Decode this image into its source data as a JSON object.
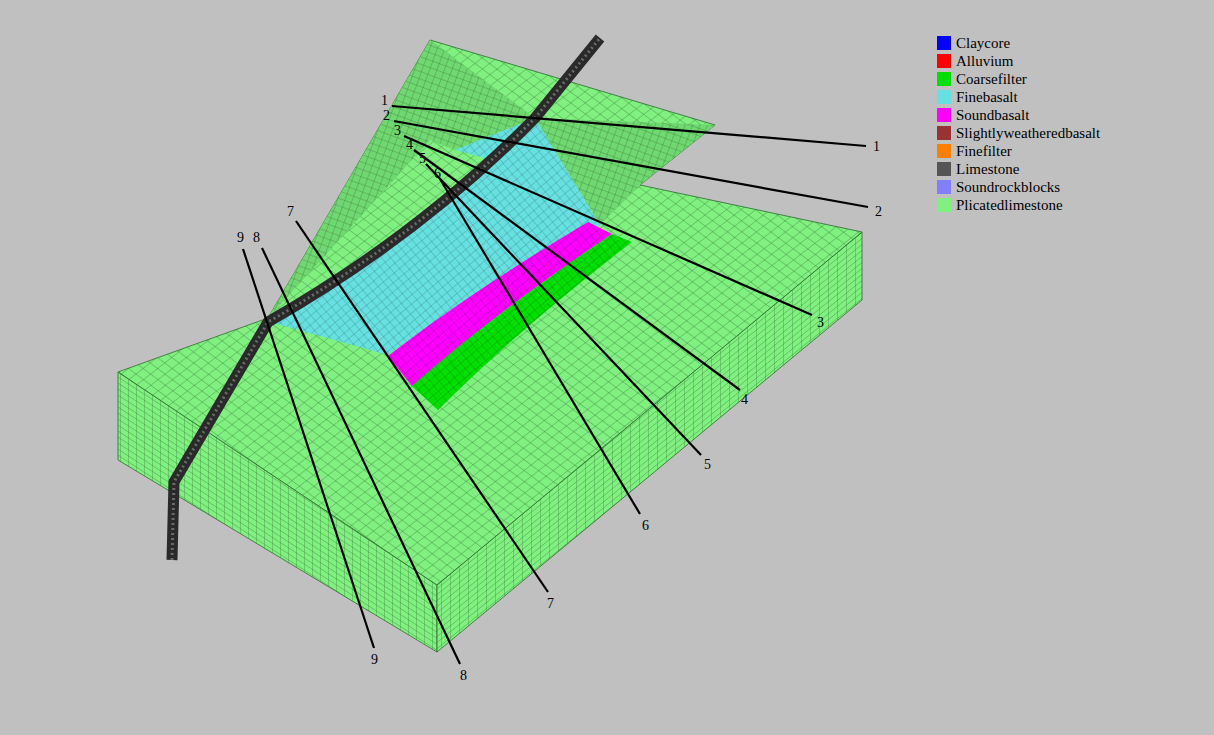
{
  "diagram": {
    "labels": [
      "1",
      "1",
      "2",
      "2",
      "3",
      "3",
      "4",
      "4",
      "5",
      "5",
      "6",
      "6",
      "7",
      "7",
      "8",
      "8",
      "9",
      "9"
    ],
    "legend": [
      {
        "text": "Claycore",
        "color": "#0000ff"
      },
      {
        "text": "Alluvium",
        "color": "#ff0000"
      },
      {
        "text": "Coarsefilter",
        "color": "#00e000"
      },
      {
        "text": "Finebasalt",
        "color": "#66e0e0"
      },
      {
        "text": "Soundbasalt",
        "color": "#ff00ff"
      },
      {
        "text": "Slightlyweatheredbasalt",
        "color": "#993333"
      },
      {
        "text": "Finefilter",
        "color": "#ff8000"
      },
      {
        "text": "Limestone",
        "color": "#555555"
      },
      {
        "text": "Soundrockblocks",
        "color": "#8080ff"
      },
      {
        "text": "Plicatedlimestone",
        "color": "#80f080"
      }
    ]
  }
}
